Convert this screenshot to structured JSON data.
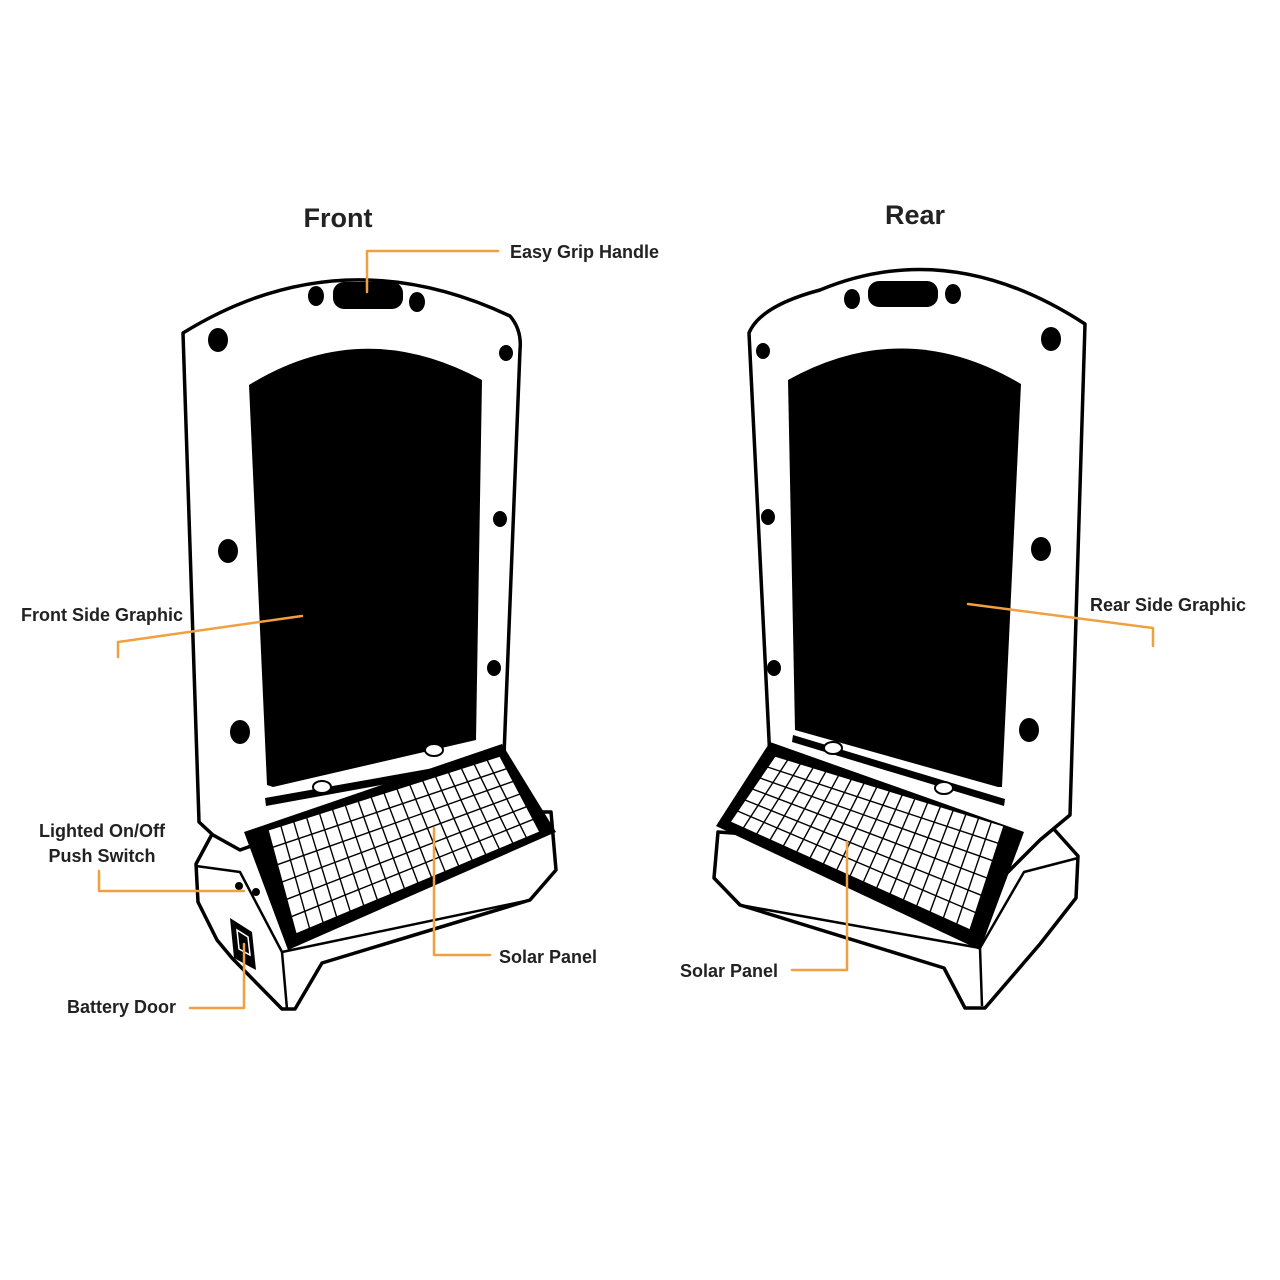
{
  "titles": {
    "front": "Front",
    "rear": "Rear"
  },
  "labels": {
    "handle": "Easy Grip Handle",
    "front_graphic": "Front Side Graphic",
    "switch_line1": "Lighted On/Off",
    "switch_line2": "Push Switch",
    "front_solar": "Solar Panel",
    "battery": "Battery Door",
    "rear_graphic": "Rear Side Graphic",
    "rear_solar": "Solar Panel"
  },
  "colors": {
    "leader": "#f0a040",
    "outline": "#000000",
    "text": "#222222"
  }
}
